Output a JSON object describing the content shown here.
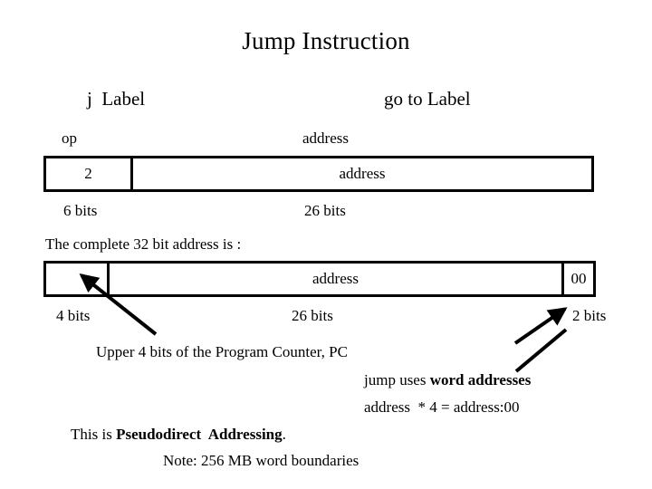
{
  "slide": {
    "title": "Jump Instruction",
    "background_color": "#ffffff",
    "text_color": "#000000"
  },
  "assembly": {
    "mnemonic": "j  Label",
    "meaning": "go to Label"
  },
  "instruction_format": {
    "headers": {
      "op": "op",
      "address": "address"
    },
    "cells": {
      "op_value": "2",
      "address_value": "address"
    },
    "bit_widths": {
      "op": "6 bits",
      "address": "26 bits"
    }
  },
  "full_address": {
    "caption": "The complete 32 bit address is :",
    "cells": {
      "pc_upper": "",
      "address": "address",
      "low_bits": "00"
    },
    "bit_widths": {
      "pc_upper": "4 bits",
      "address": "26 bits",
      "low_bits": "2 bits"
    }
  },
  "notes": {
    "upper_pc": "Upper 4 bits of the Program Counter, PC",
    "word_addresses_prefix": "jump uses ",
    "word_addresses_bold": "word addresses",
    "multiply": "address  * 4 = address:00",
    "pseudodirect_prefix": "This is ",
    "pseudodirect_bold": "Pseudodirect  Addressing",
    "pseudodirect_suffix": ".",
    "boundaries": "Note: 256 MB word boundaries"
  },
  "annotations": {
    "arrow_to_pc_field": "arrow-pointing-to-pc-upper-bits-cell",
    "arrow_to_low_bits": "arrow-pointing-to-two-zero-bits-cell",
    "arrow_to_word_addresses": "arrow-pointing-to-word-addresses-note"
  }
}
